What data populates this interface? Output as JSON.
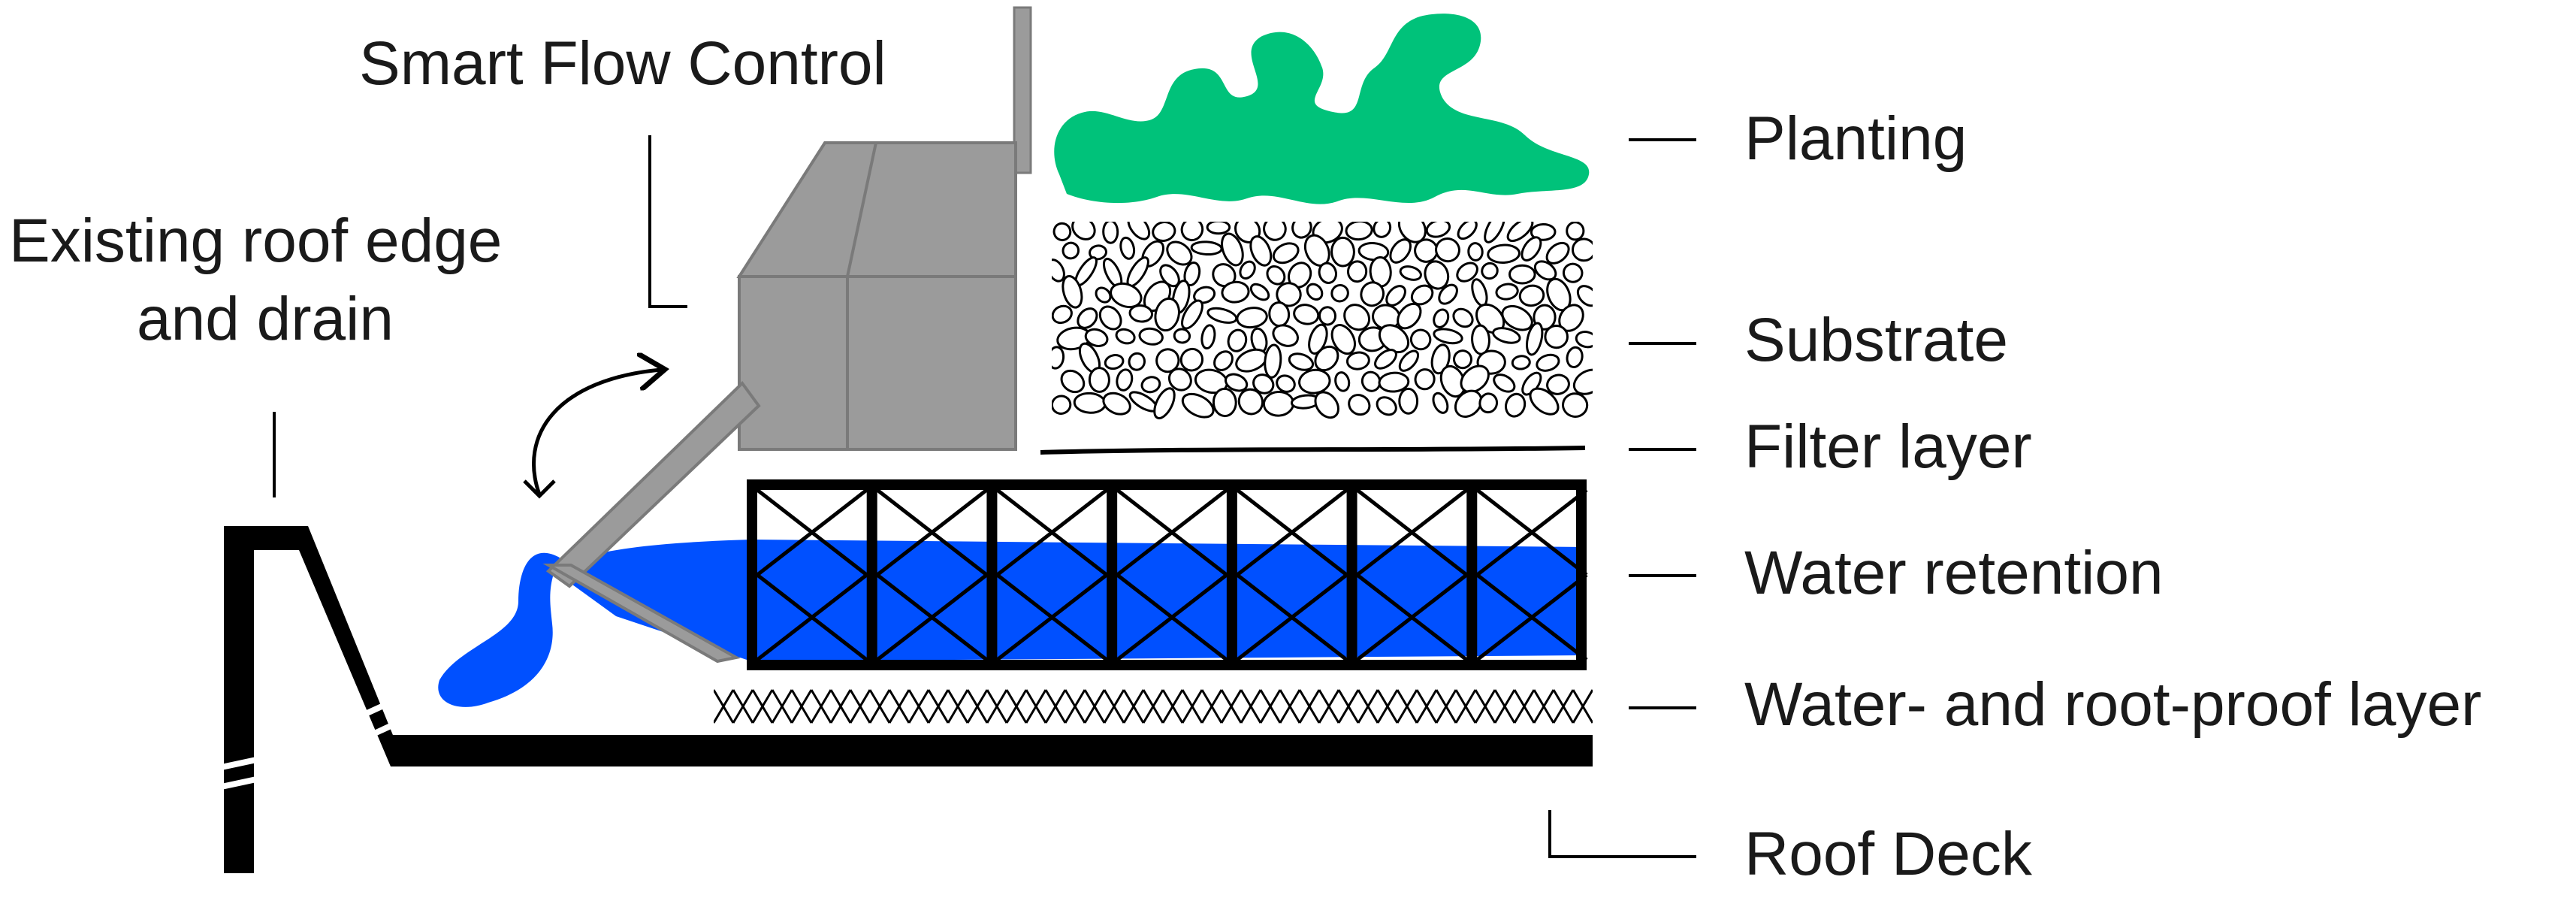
{
  "labels": {
    "smart_flow_control": "Smart Flow Control",
    "roof_edge_line1": "Existing roof edge",
    "roof_edge_line2": "and drain",
    "planting": "Planting",
    "substrate": "Substrate",
    "filter_layer": "Filter layer",
    "water_retention": "Water retention",
    "water_root_proof": "Water- and root-proof layer",
    "roof_deck": "Roof Deck"
  },
  "colors": {
    "planting": "#00c27a",
    "water": "#0050ff",
    "control_box": "#9b9b9b",
    "control_box_edge": "#7a7a7a",
    "structure": "#000000",
    "background": "#ffffff",
    "text": "#1a1a1a"
  },
  "icons": {
    "flow_arrow": "curved-double-arrow-icon"
  }
}
